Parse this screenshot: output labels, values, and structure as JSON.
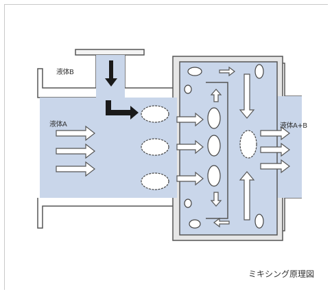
{
  "labels": {
    "liquid_b": "液体B",
    "liquid_a": "液体A",
    "liquid_ab": "液体A+B"
  },
  "caption": "ミキシング原理図",
  "colors": {
    "fluid": "#c9d6ea",
    "wall": "#e8e8e8",
    "outline": "#555555",
    "arrow_dark": "#1a1a1a"
  }
}
